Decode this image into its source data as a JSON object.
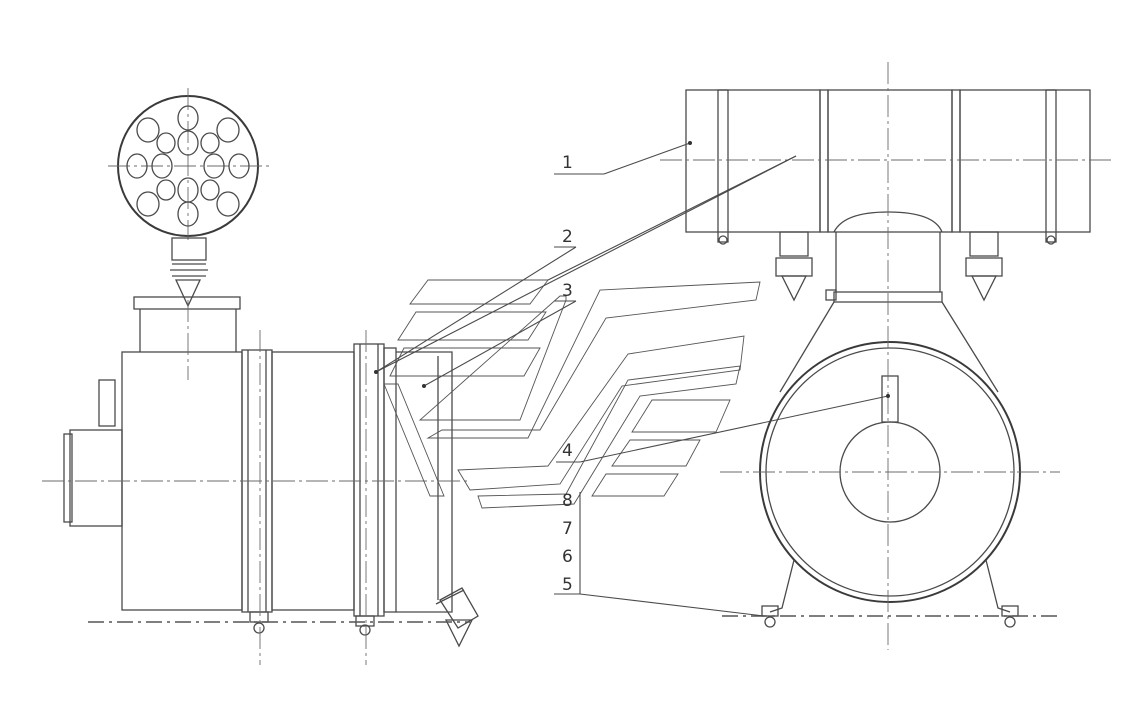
{
  "callouts": [
    {
      "id": "1",
      "label": "1"
    },
    {
      "id": "2",
      "label": "2"
    },
    {
      "id": "3",
      "label": "3"
    },
    {
      "id": "4",
      "label": "4"
    },
    {
      "id": "5",
      "label": "5"
    },
    {
      "id": "6",
      "label": "6"
    },
    {
      "id": "7",
      "label": "7"
    },
    {
      "id": "8",
      "label": "8"
    }
  ],
  "colors": {
    "line": "#4a4a4a",
    "background": "#ffffff"
  }
}
